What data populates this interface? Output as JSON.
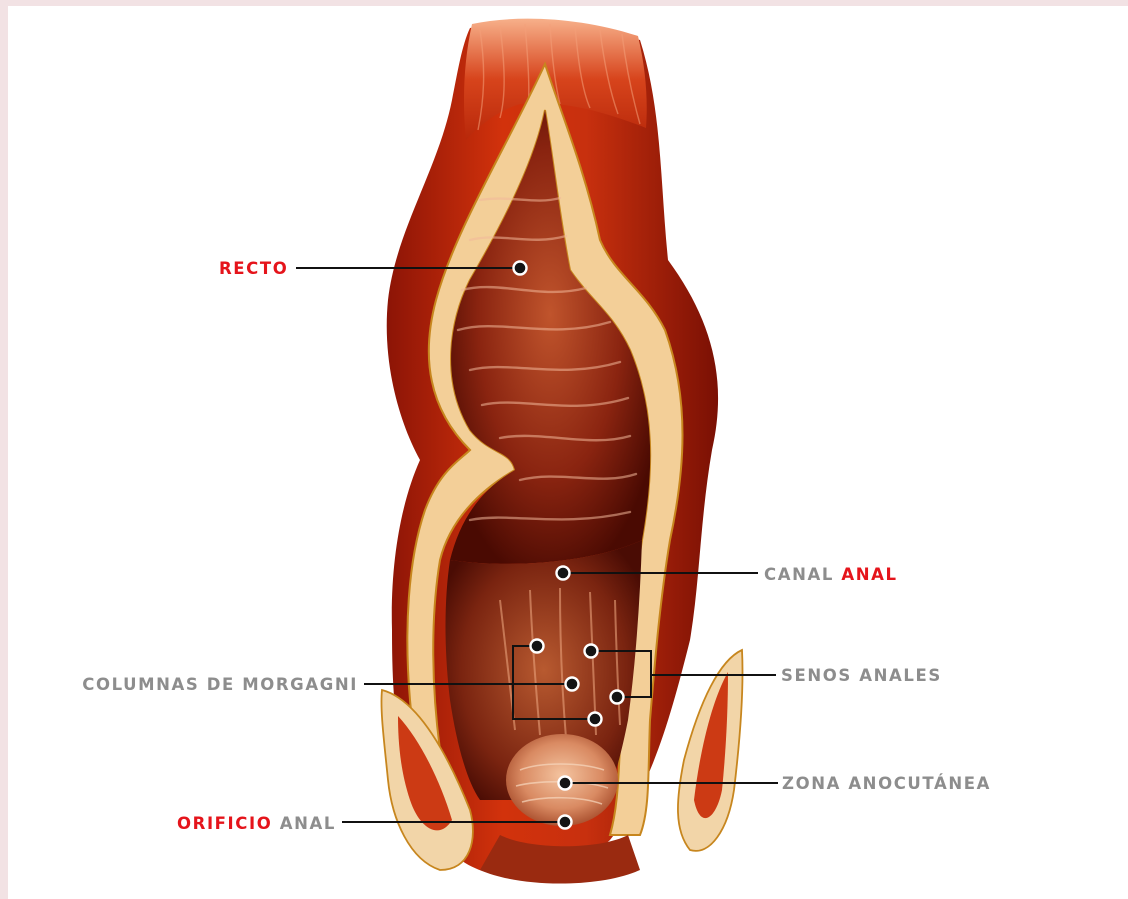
{
  "labels": {
    "recto": "RECTO",
    "canal_anal": {
      "part1": "CANAL",
      "part2": "ANAL"
    },
    "columnas": "COLUMNAS DE MORGAGNI",
    "senos": "SENOS ANALES",
    "zona": "ZONA ANOCUTÁNEA",
    "orificio": {
      "part1": "ORIFICIO",
      "part2": "ANAL"
    }
  },
  "colors": {
    "highlight": "#e5141b",
    "label_gray": "#8d8d8d",
    "background": "#ffffff",
    "frame": "#f2e2e4"
  }
}
